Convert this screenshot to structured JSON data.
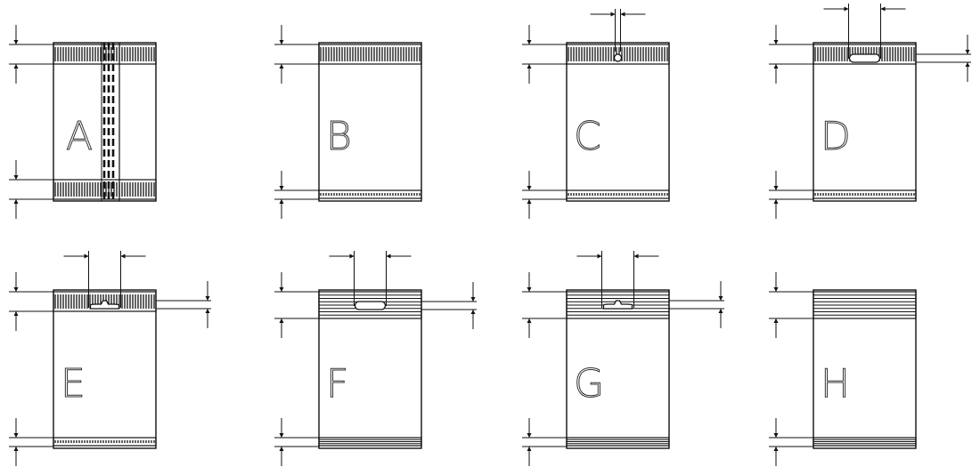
{
  "diagram": {
    "colors": {
      "line": "#111111",
      "background": "#ffffff",
      "label": "#333333"
    },
    "panels": [
      {
        "label": "A",
        "top_band": "vertical",
        "bottom_band": "vertical-wide",
        "center_stripes": true,
        "hang_hole": "none"
      },
      {
        "label": "B",
        "top_band": "vertical",
        "bottom_band": "vertical-narrow",
        "center_stripes": false,
        "hang_hole": "none"
      },
      {
        "label": "C",
        "top_band": "vertical",
        "bottom_band": "vertical-narrow",
        "center_stripes": false,
        "hang_hole": "round"
      },
      {
        "label": "D",
        "top_band": "vertical",
        "bottom_band": "vertical-narrow",
        "center_stripes": false,
        "hang_hole": "oval"
      },
      {
        "label": "E",
        "top_band": "vertical",
        "bottom_band": "vertical-narrow",
        "center_stripes": false,
        "hang_hole": "euro"
      },
      {
        "label": "F",
        "top_band": "horizontal",
        "bottom_band": "horizontal",
        "center_stripes": false,
        "hang_hole": "oval"
      },
      {
        "label": "G",
        "top_band": "horizontal",
        "bottom_band": "horizontal",
        "center_stripes": false,
        "hang_hole": "euro"
      },
      {
        "label": "H",
        "top_band": "horizontal",
        "bottom_band": "horizontal",
        "center_stripes": false,
        "hang_hole": "none"
      }
    ]
  }
}
